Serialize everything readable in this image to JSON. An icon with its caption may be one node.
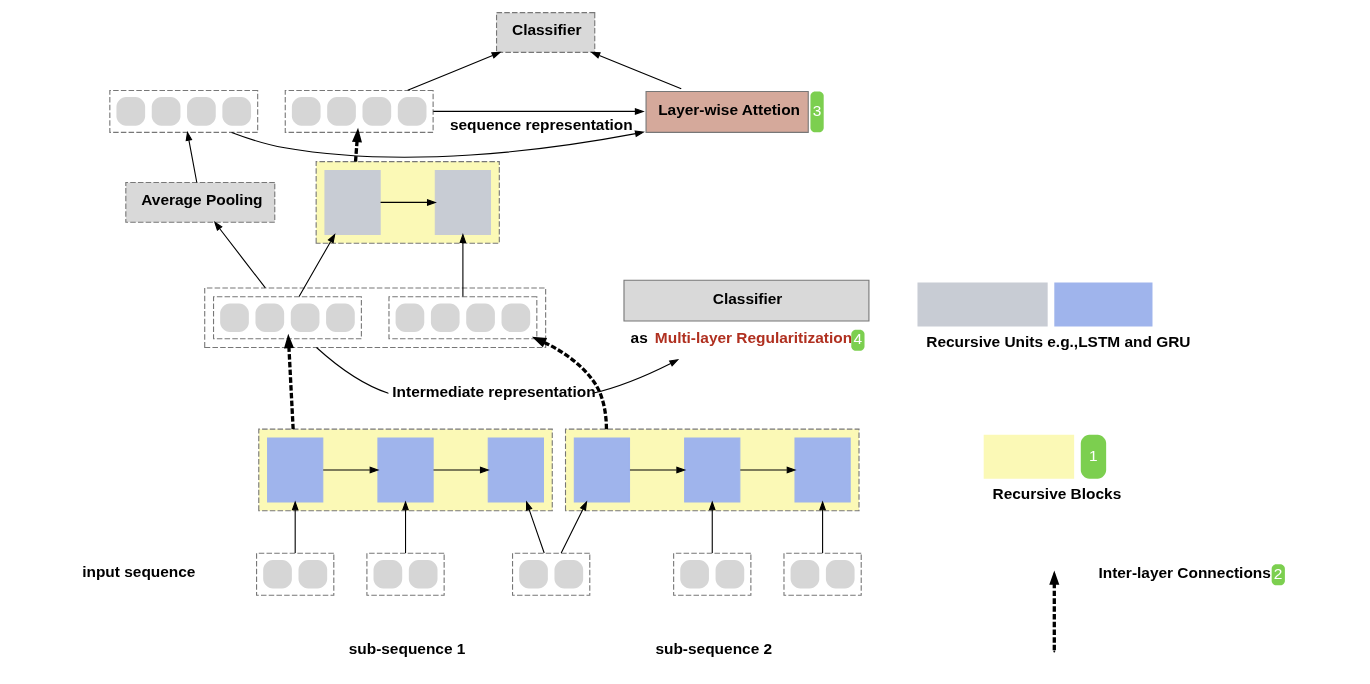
{
  "diagram": {
    "nodes": [
      {
        "text": [
          "Classifier"
        ]
      },
      {
        "text": [],
        "shape": "box"
      },
      {
        "text": [
          "Layer-wise Attetion"
        ],
        "beside": [
          "3"
        ]
      },
      {
        "text": [],
        "shape": "box"
      },
      {
        "text": [
          "Average Pooling"
        ]
      },
      {
        "text": [],
        "shape": "box"
      },
      {
        "text": [],
        "shape": "box",
        "in": 5
      },
      {
        "text": [],
        "shape": "box",
        "in": 5
      },
      {
        "text": [],
        "shape": "box"
      },
      {
        "text": [],
        "shape": "box",
        "in": 8
      },
      {
        "text": [],
        "shape": "box",
        "in": 8
      },
      {
        "text": [
          "Classifier"
        ],
        "beside": [
          "as",
          "Multi-layer Regularitization",
          "4"
        ]
      },
      {
        "text": [],
        "shape": "box"
      },
      {
        "text": [],
        "shape": "box",
        "in": 12
      },
      {
        "text": [],
        "shape": "box",
        "in": 12
      },
      {
        "text": [],
        "shape": "box",
        "in": 12
      },
      {
        "text": [],
        "shape": "box"
      },
      {
        "text": [],
        "shape": "box",
        "in": 16
      },
      {
        "text": [],
        "shape": "box",
        "in": 16
      },
      {
        "text": [],
        "shape": "box",
        "in": 16
      },
      {
        "text": [],
        "shape": "box"
      },
      {
        "text": [],
        "shape": "box"
      },
      {
        "text": [],
        "shape": "box"
      },
      {
        "text": [],
        "shape": "box"
      },
      {
        "text": [],
        "shape": "box"
      }
    ],
    "edges": [
      {
        "from": 1,
        "to": 0,
        "arrow": "to"
      },
      {
        "from": 1,
        "to": 2,
        "arrow": "to",
        "label": "sequence representation"
      },
      {
        "from": 3,
        "to": 2,
        "arrow": "to"
      },
      {
        "from": 2,
        "to": 0,
        "arrow": "to"
      },
      {
        "from": 4,
        "to": 3,
        "arrow": "to"
      },
      {
        "from": 5,
        "to": 1,
        "arrow": "to",
        "style": "dashed"
      },
      {
        "from": 6,
        "to": 7,
        "arrow": "to"
      },
      {
        "from": 9,
        "to": 6,
        "arrow": "to"
      },
      {
        "from": 10,
        "to": 7,
        "arrow": "to"
      },
      {
        "from": 8,
        "to": 11,
        "arrow": "to",
        "label": "Intermediate representation"
      },
      {
        "from": 8,
        "to": 4,
        "arrow": "to"
      },
      {
        "from": 13,
        "to": 14,
        "arrow": "to"
      },
      {
        "from": 14,
        "to": 15,
        "arrow": "to"
      },
      {
        "from": 17,
        "to": 18,
        "arrow": "to"
      },
      {
        "from": 18,
        "to": 19,
        "arrow": "to"
      },
      {
        "from": 12,
        "to": 9,
        "arrow": "to",
        "style": "dashed"
      },
      {
        "from": 16,
        "to": 10,
        "arrow": "to",
        "style": "dashed"
      },
      {
        "from": 20,
        "to": 13,
        "arrow": "to"
      },
      {
        "from": 21,
        "to": 14,
        "arrow": "to"
      },
      {
        "from": 22,
        "to": 15,
        "arrow": "to"
      },
      {
        "from": 22,
        "to": 17,
        "arrow": "to"
      },
      {
        "from": 23,
        "to": 18,
        "arrow": "to"
      },
      {
        "from": 24,
        "to": 19,
        "arrow": "to"
      }
    ],
    "labels": [
      "1",
      "2",
      "input sequence",
      "sub-sequence 1",
      "sub-sequence 2"
    ],
    "legend": [
      {
        "text": "Recursive Units e.g.,LSTM and GRU",
        "color": "#c8ccd4"
      },
      {
        "text": "Recursive Blocks",
        "color": "#fbf9b6"
      },
      {
        "text": "Inter-layer Connections"
      }
    ]
  }
}
